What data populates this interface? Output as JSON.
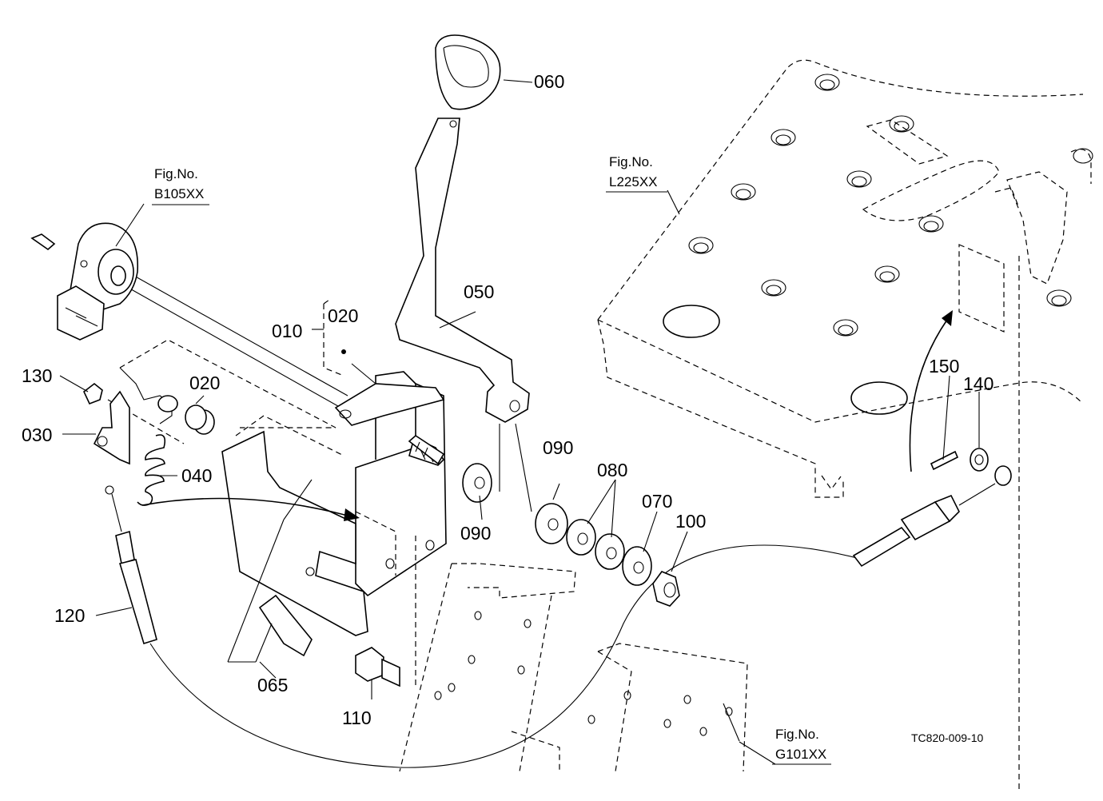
{
  "figure_code": "TC820-009-10",
  "fig_refs": [
    {
      "id": "b105",
      "title": "Fig.No.",
      "number": "B105XX"
    },
    {
      "id": "l225",
      "title": "Fig.No.",
      "number": "L225XX"
    },
    {
      "id": "g101",
      "title": "Fig.No.",
      "number": "G101XX"
    }
  ],
  "part_labels": [
    "010",
    "020",
    "020",
    "030",
    "040",
    "050",
    "060",
    "065",
    "070",
    "080",
    "090",
    "090",
    "100",
    "110",
    "120",
    "130",
    "140",
    "150"
  ]
}
